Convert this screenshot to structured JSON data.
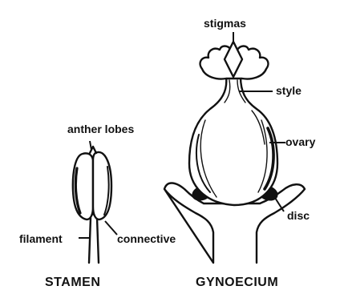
{
  "labels": {
    "anther_lobes": "anther lobes",
    "filament": "filament",
    "connective": "connective",
    "stigmas": "stigmas",
    "style": "style",
    "ovary": "ovary",
    "disc": "disc"
  },
  "captions": {
    "stamen": "STAMEN",
    "gynoecium": "GYNOECIUM"
  }
}
